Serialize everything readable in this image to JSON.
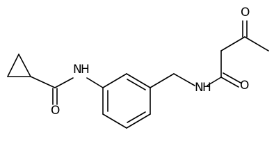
{
  "structure": {
    "atoms": {
      "nh_amide_left": "N",
      "h_amide_left": "H",
      "o_amide_left": "O",
      "nh_amide_right": "N",
      "h_amide_right": "H",
      "o_amide_right": "O",
      "o_ketone": "O"
    }
  },
  "colors": {
    "bond": "#000000",
    "label": "#000000",
    "background": "#ffffff"
  }
}
